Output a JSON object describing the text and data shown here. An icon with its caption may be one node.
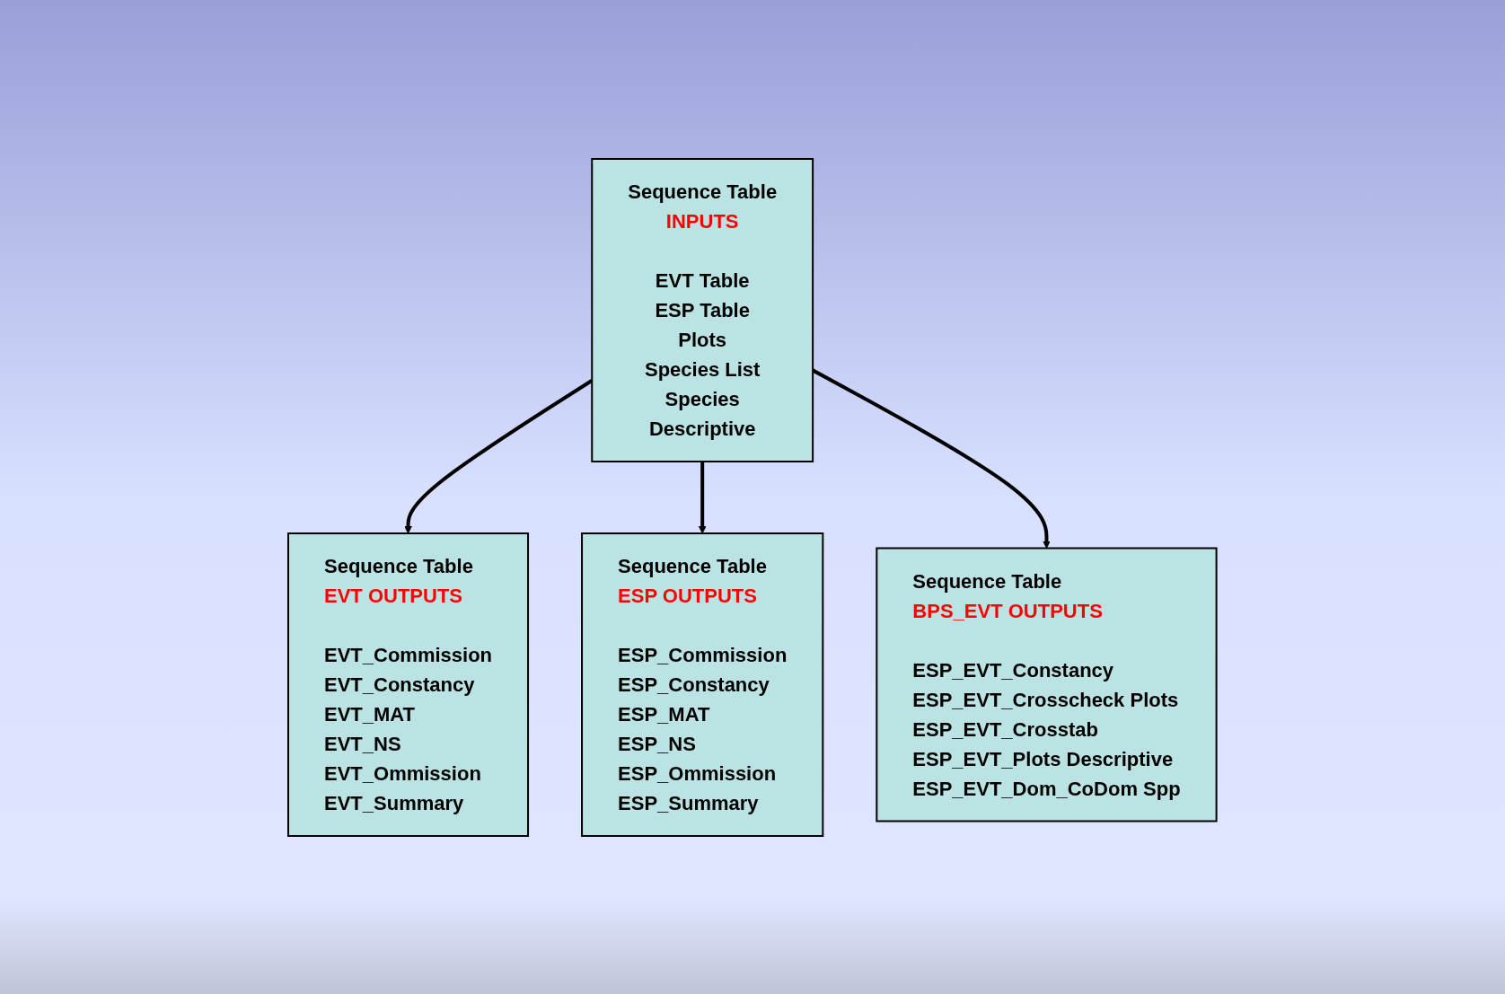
{
  "diagram": {
    "nodes": [
      {
        "text": [
          "Sequence Table",
          "INPUTS",
          "EVT Table",
          "ESP Table",
          "Plots",
          "Species List",
          "Species",
          "Descriptive"
        ]
      },
      {
        "text": [
          "Sequence Table",
          "EVT OUTPUTS",
          "EVT_Commission",
          "EVT_Constancy",
          "EVT_MAT",
          "EVT_NS",
          "EVT_Ommission",
          "EVT_Summary"
        ]
      },
      {
        "text": [
          "Sequence Table",
          "ESP OUTPUTS",
          "ESP_Commission",
          "ESP_Constancy",
          "ESP_MAT",
          "ESP_NS",
          "ESP_Ommission",
          "ESP_Summary"
        ]
      },
      {
        "text": [
          "Sequence Table",
          "BPS_EVT OUTPUTS",
          "ESP_EVT_Constancy",
          "ESP_EVT_Crosscheck Plots",
          "ESP_EVT_Crosstab",
          "ESP_EVT_Plots Descriptive",
          "ESP_EVT_Dom_CoDom Spp"
        ]
      }
    ],
    "edges": [
      {
        "from": 0,
        "to": 1,
        "arrow": "to"
      },
      {
        "from": 0,
        "to": 2,
        "arrow": "to"
      },
      {
        "from": 0,
        "to": 3,
        "arrow": "to"
      }
    ]
  }
}
